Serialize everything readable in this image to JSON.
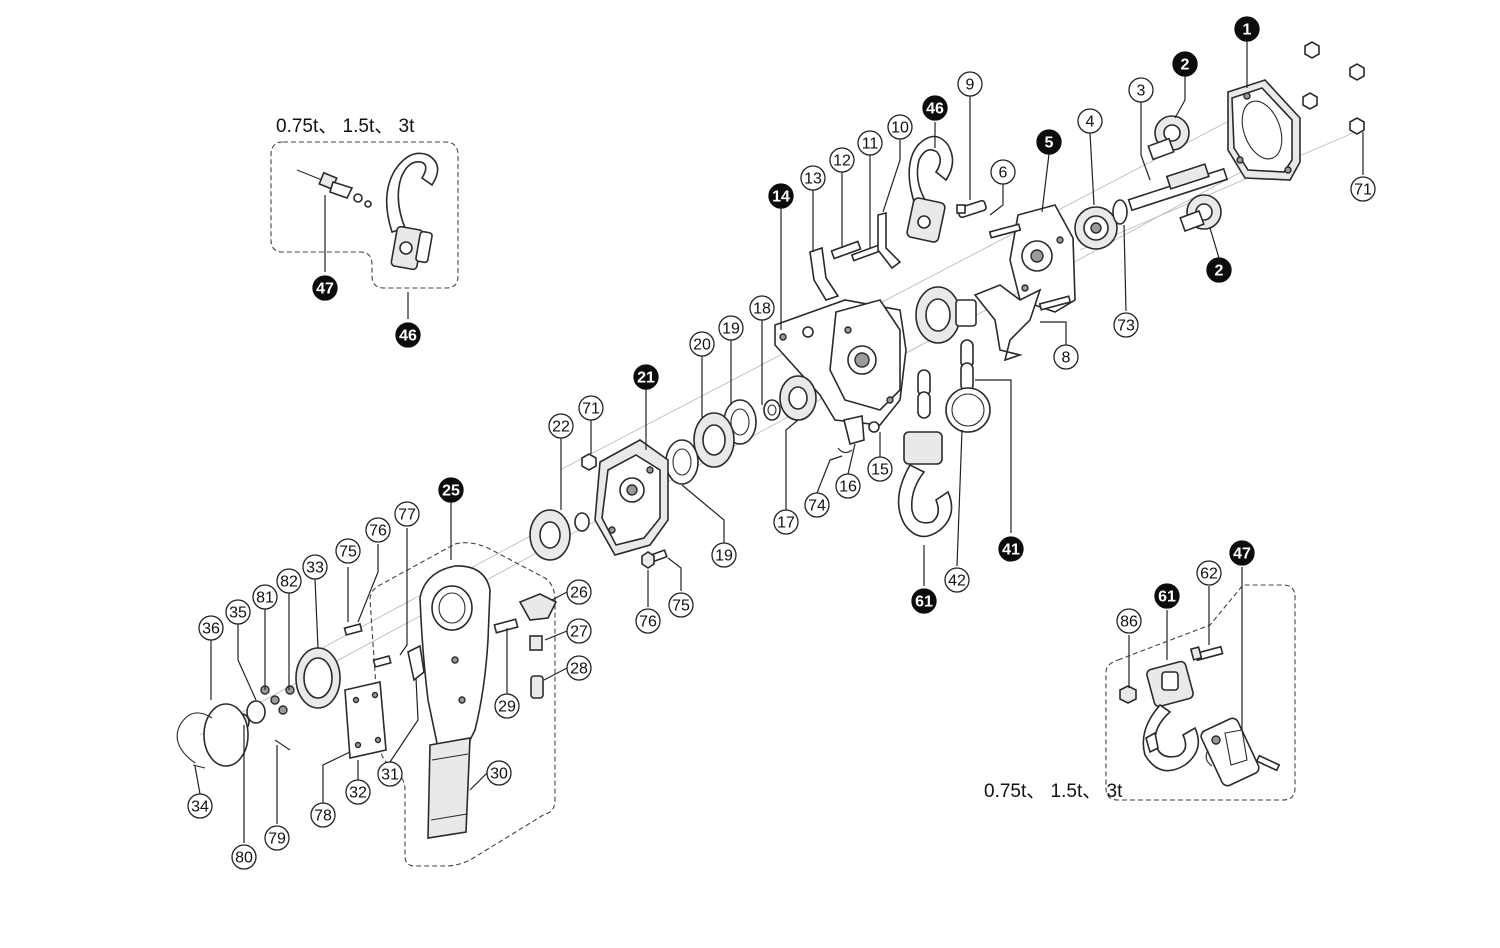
{
  "variant_captions": {
    "top_left": "0.75t、 1.5t、 3t",
    "bottom_right": "0.75t、 1.5t、 3t"
  },
  "callouts": [
    {
      "id": "c1",
      "label": "1",
      "filled": true
    },
    {
      "id": "c2a",
      "label": "2",
      "filled": true
    },
    {
      "id": "c2b",
      "label": "2",
      "filled": true
    },
    {
      "id": "c3",
      "label": "3",
      "filled": false
    },
    {
      "id": "c4",
      "label": "4",
      "filled": false
    },
    {
      "id": "c5",
      "label": "5",
      "filled": true
    },
    {
      "id": "c6",
      "label": "6",
      "filled": false
    },
    {
      "id": "c8",
      "label": "8",
      "filled": false
    },
    {
      "id": "c9",
      "label": "9",
      "filled": false
    },
    {
      "id": "c10",
      "label": "10",
      "filled": false
    },
    {
      "id": "c11",
      "label": "11",
      "filled": false
    },
    {
      "id": "c12",
      "label": "12",
      "filled": false
    },
    {
      "id": "c13",
      "label": "13",
      "filled": false
    },
    {
      "id": "c14",
      "label": "14",
      "filled": true
    },
    {
      "id": "c15",
      "label": "15",
      "filled": false
    },
    {
      "id": "c16",
      "label": "16",
      "filled": false
    },
    {
      "id": "c17",
      "label": "17",
      "filled": false
    },
    {
      "id": "c18",
      "label": "18",
      "filled": false
    },
    {
      "id": "c19a",
      "label": "19",
      "filled": false
    },
    {
      "id": "c19b",
      "label": "19",
      "filled": false
    },
    {
      "id": "c20",
      "label": "20",
      "filled": false
    },
    {
      "id": "c21",
      "label": "21",
      "filled": true
    },
    {
      "id": "c22",
      "label": "22",
      "filled": false
    },
    {
      "id": "c25",
      "label": "25",
      "filled": true
    },
    {
      "id": "c26",
      "label": "26",
      "filled": false
    },
    {
      "id": "c27",
      "label": "27",
      "filled": false
    },
    {
      "id": "c28",
      "label": "28",
      "filled": false
    },
    {
      "id": "c29",
      "label": "29",
      "filled": false
    },
    {
      "id": "c30",
      "label": "30",
      "filled": false
    },
    {
      "id": "c31",
      "label": "31",
      "filled": false
    },
    {
      "id": "c32",
      "label": "32",
      "filled": false
    },
    {
      "id": "c33",
      "label": "33",
      "filled": false
    },
    {
      "id": "c34",
      "label": "34",
      "filled": false
    },
    {
      "id": "c35",
      "label": "35",
      "filled": false
    },
    {
      "id": "c36",
      "label": "36",
      "filled": false
    },
    {
      "id": "c41",
      "label": "41",
      "filled": true
    },
    {
      "id": "c42",
      "label": "42",
      "filled": false
    },
    {
      "id": "c46a",
      "label": "46",
      "filled": true
    },
    {
      "id": "c46b",
      "label": "46",
      "filled": true
    },
    {
      "id": "c47a",
      "label": "47",
      "filled": true
    },
    {
      "id": "c47b",
      "label": "47",
      "filled": true
    },
    {
      "id": "c61a",
      "label": "61",
      "filled": true
    },
    {
      "id": "c61b",
      "label": "61",
      "filled": true
    },
    {
      "id": "c62",
      "label": "62",
      "filled": false
    },
    {
      "id": "c71a",
      "label": "71",
      "filled": false
    },
    {
      "id": "c71b",
      "label": "71",
      "filled": false
    },
    {
      "id": "c73",
      "label": "73",
      "filled": false
    },
    {
      "id": "c74",
      "label": "74",
      "filled": false
    },
    {
      "id": "c75a",
      "label": "75",
      "filled": false
    },
    {
      "id": "c75b",
      "label": "75",
      "filled": false
    },
    {
      "id": "c76a",
      "label": "76",
      "filled": false
    },
    {
      "id": "c76b",
      "label": "76",
      "filled": false
    },
    {
      "id": "c77",
      "label": "77",
      "filled": false
    },
    {
      "id": "c78",
      "label": "78",
      "filled": false
    },
    {
      "id": "c79",
      "label": "79",
      "filled": false
    },
    {
      "id": "c80",
      "label": "80",
      "filled": false
    },
    {
      "id": "c81",
      "label": "81",
      "filled": false
    },
    {
      "id": "c82",
      "label": "82",
      "filled": false
    },
    {
      "id": "c86",
      "label": "86",
      "filled": false
    }
  ]
}
